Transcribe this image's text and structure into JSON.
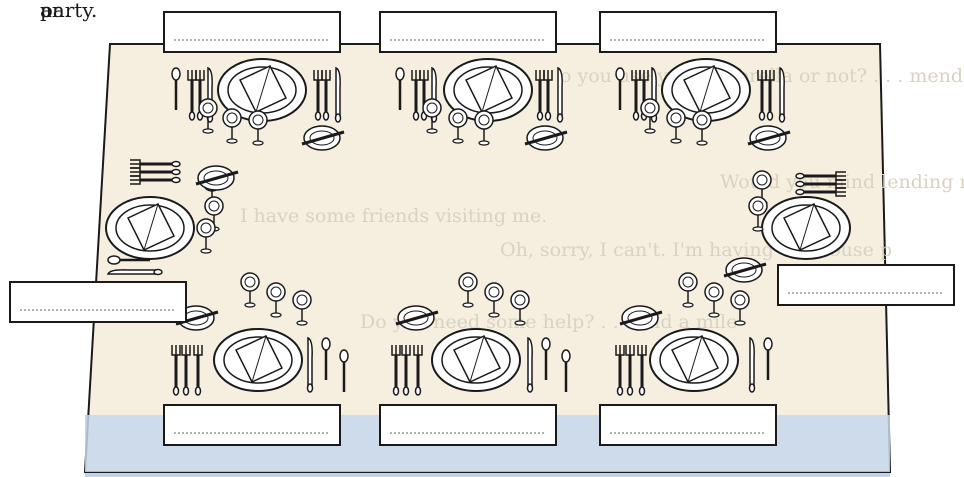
{
  "page_fragments": [
    "party.",
    "an."
  ],
  "show_through_text": [
    "o you use your umbrella or not? . . . mend",
    "Would you mind lending me your beach",
    "I have some friends visiting me.",
    "Oh, sorry, I can't. I'm having the house p",
    "Do you need some help? . . . and a mile"
  ],
  "place_cards": [
    {
      "position": "top-left",
      "name": ""
    },
    {
      "position": "top-center",
      "name": ""
    },
    {
      "position": "top-right",
      "name": ""
    },
    {
      "position": "left-end",
      "name": ""
    },
    {
      "position": "right-end",
      "name": ""
    },
    {
      "position": "bottom-left",
      "name": ""
    },
    {
      "position": "bottom-center",
      "name": ""
    },
    {
      "position": "bottom-right",
      "name": ""
    }
  ],
  "colors": {
    "tablecloth": "#f6efe0",
    "floor": "#bfd3ea",
    "outline": "#1a1a1a",
    "show_through": "#d9d2c2"
  }
}
